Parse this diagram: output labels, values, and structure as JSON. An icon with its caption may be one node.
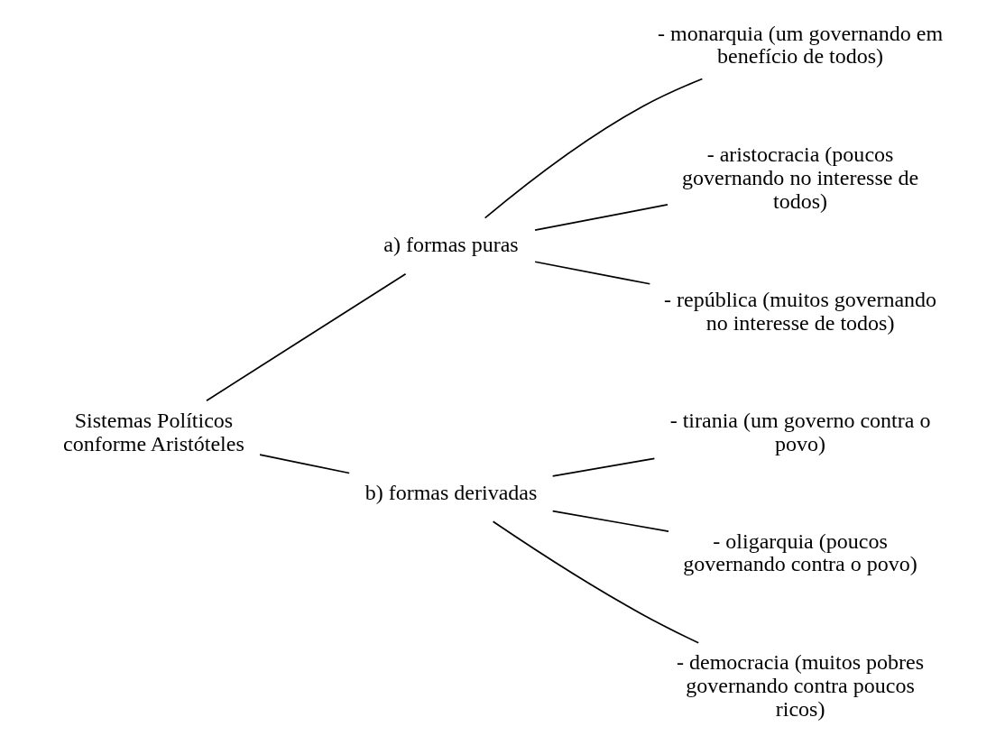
{
  "diagram": {
    "nodes": [
      {
        "text": [
          "Sistemas Políticos conforme Aristóteles"
        ]
      },
      {
        "text": [
          "a) formas puras"
        ]
      },
      {
        "text": [
          "- monarquia (um governando em benefício de todos)"
        ]
      },
      {
        "text": [
          "- aristocracia (poucos governando no interesse de todos)"
        ]
      },
      {
        "text": [
          "- república (muitos governando no interesse de todos)"
        ]
      },
      {
        "text": [
          "b) formas derivadas"
        ]
      },
      {
        "text": [
          "- tirania (um governo contra o povo)"
        ]
      },
      {
        "text": [
          "- oligarquia (poucos governando contra o povo)"
        ]
      },
      {
        "text": [
          "- democracia (muitos pobres governando contra poucos ricos)"
        ]
      }
    ],
    "edges": [
      {
        "from": 0,
        "to": 1,
        "arrow": "none"
      },
      {
        "from": 0,
        "to": 5,
        "arrow": "none"
      },
      {
        "from": 1,
        "to": 2,
        "arrow": "none"
      },
      {
        "from": 1,
        "to": 3,
        "arrow": "none"
      },
      {
        "from": 1,
        "to": 4,
        "arrow": "none"
      },
      {
        "from": 5,
        "to": 6,
        "arrow": "none"
      },
      {
        "from": 5,
        "to": 7,
        "arrow": "none"
      },
      {
        "from": 5,
        "to": 8,
        "arrow": "none"
      }
    ]
  }
}
